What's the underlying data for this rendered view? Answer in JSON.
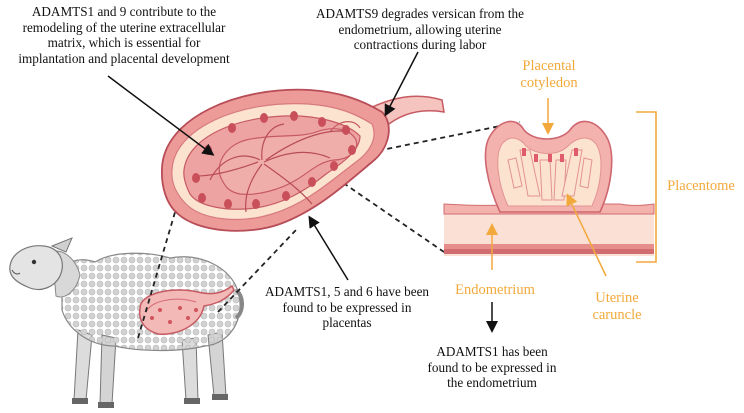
{
  "notes": {
    "remodeling": [
      "ADAMTS1 and 9 contribute to the",
      "remodeling of the uterine extracellular",
      "matrix, which is essential for",
      "implantation and placental development"
    ],
    "versican": [
      "ADAMTS9 degrades versican from the",
      "endometrium, allowing uterine",
      "contractions during labor"
    ],
    "placentas": [
      "ADAMTS1, 5 and 6 have been",
      "found to be expressed in",
      "placentas"
    ],
    "endometrium_note": [
      "ADAMTS1 has been",
      "found to be expressed in",
      "the endometrium"
    ]
  },
  "labels": {
    "cotyledon": [
      "Placental",
      "cotyledon"
    ],
    "placentome": "Placentome",
    "endometrium": "Endometrium",
    "caruncle": [
      "Uterine",
      "caruncle"
    ]
  },
  "colors": {
    "label_orange": "#f2a93b",
    "uterus_pink": "#e8868c",
    "uterus_light": "#f7cfc8",
    "tissue_cream": "#fbe3cf",
    "sheep_gray": "#c9c9c9"
  },
  "icons": [
    "sheep-illustration",
    "uterus-illustration",
    "placentome-illustration"
  ]
}
